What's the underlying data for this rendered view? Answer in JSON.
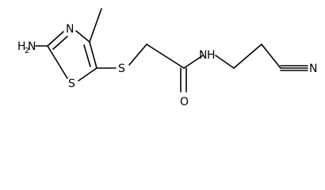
{
  "molecule": {
    "atoms": {
      "amine": "H",
      "amine_subscript": "2",
      "amine_n": "N",
      "thiazole_n": "N",
      "thiazole_s": "S",
      "thioether_s": "S",
      "carbonyl_o": "O",
      "amide_n": "N",
      "amide_h": "H",
      "nitrile_n": "N"
    }
  }
}
